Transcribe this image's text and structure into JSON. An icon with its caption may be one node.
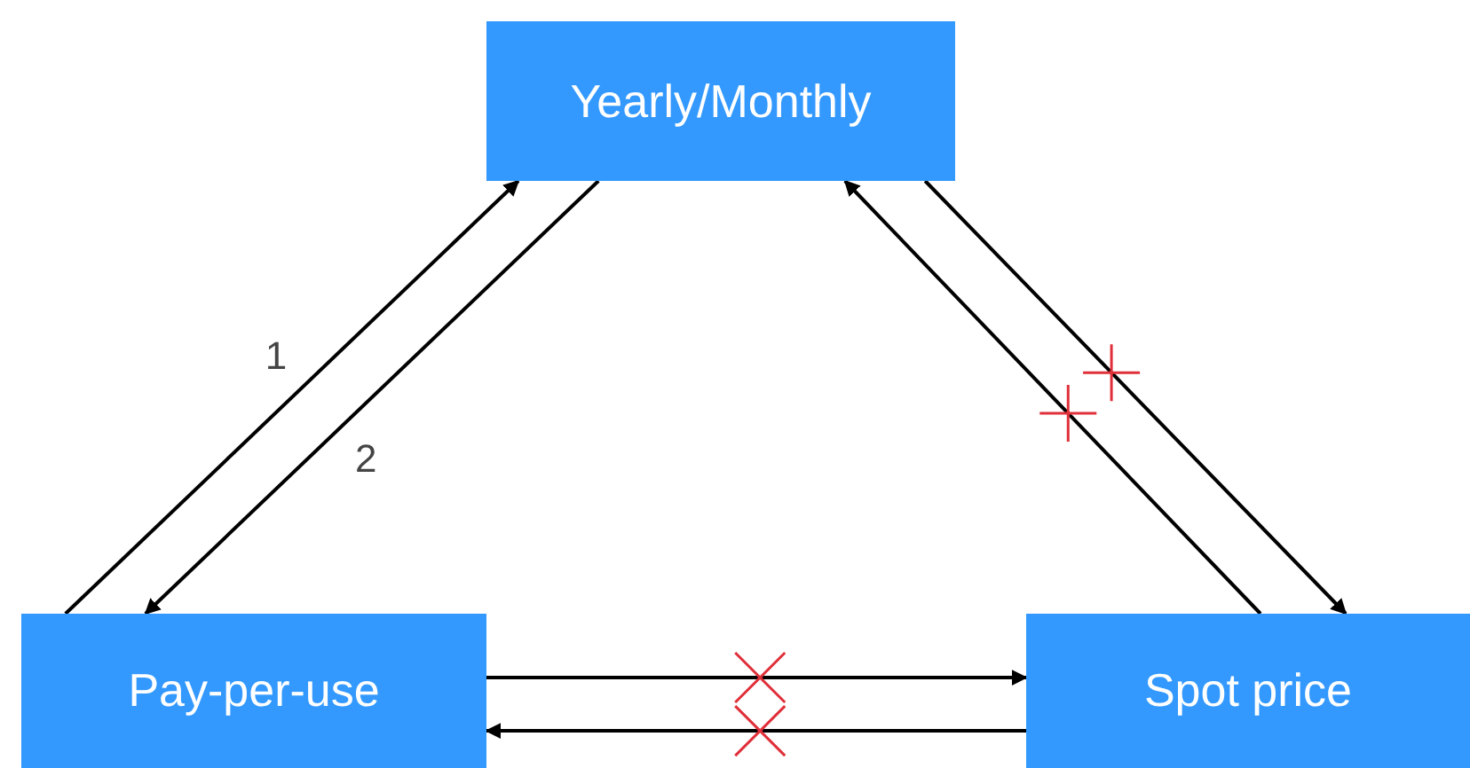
{
  "diagram": {
    "nodes": [
      {
        "text": [
          "Yearly/Monthly"
        ]
      },
      {
        "text": [
          "Pay-per-use"
        ]
      },
      {
        "text": [
          "Spot price"
        ]
      }
    ],
    "edges": [
      {
        "from": 1,
        "to": 0,
        "arrow": "to",
        "label": "1"
      },
      {
        "from": 0,
        "to": 1,
        "arrow": "to",
        "label": "2"
      },
      {
        "from": 0,
        "to": 2,
        "arrow": "to"
      },
      {
        "from": 2,
        "to": 0,
        "arrow": "to"
      },
      {
        "from": 1,
        "to": 2,
        "arrow": "to"
      },
      {
        "from": 2,
        "to": 1,
        "arrow": "to"
      }
    ]
  }
}
